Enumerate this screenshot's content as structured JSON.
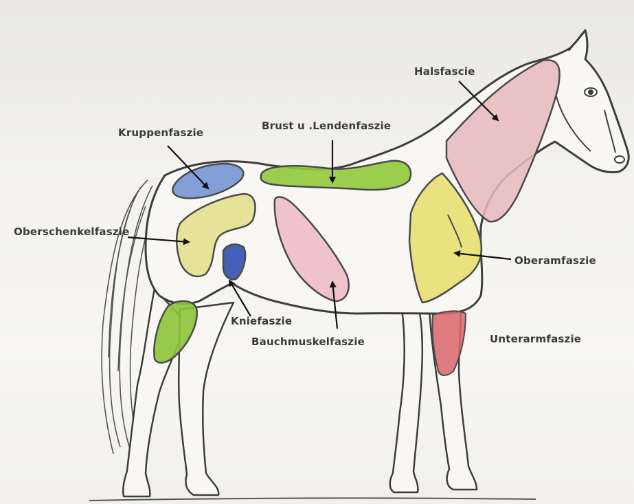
{
  "labels": {
    "halsfascie": "Halsfascie",
    "brust_lenden": "Brust u .Lendenfaszie",
    "kruppe": "Kruppenfaszie",
    "oberschenkel": "Oberschenkelfaszie",
    "oberarm": "Oberamfaszie",
    "knie": "Kniefaszie",
    "bauchmuskel": "Bauchmuskelfaszie",
    "unterarm": "Unterarmfaszie"
  },
  "colors": {
    "outline": "#3d3d3d",
    "neck_region": "#e8b8bd",
    "chest_loin_region": "#8fc93a",
    "croup_region": "#6f8fd0",
    "thigh_region": "#e3df8e",
    "upper_arm_region": "#e8de6a",
    "stifle_region": "#3050b0",
    "belly_region": "#eeb9c2",
    "forearm_region": "#d9666a",
    "hind_leg_region": "#8cc43a"
  }
}
